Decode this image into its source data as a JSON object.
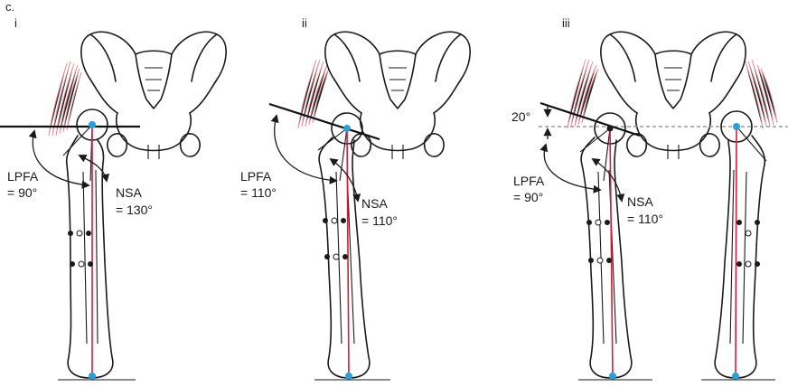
{
  "figure_label": "c.",
  "panels": [
    {
      "id": "i",
      "roman": "i",
      "lpfa_label": "LPFA",
      "lpfa_value": "= 90°",
      "nsa_label": "NSA",
      "nsa_value": "= 130°"
    },
    {
      "id": "ii",
      "roman": "ii",
      "lpfa_label": "LPFA",
      "lpfa_value": "= 110°",
      "nsa_label": "NSA",
      "nsa_value": "= 110°"
    },
    {
      "id": "iii",
      "roman": "iii",
      "tilt_value": "20°",
      "lpfa_label": "LPFA",
      "lpfa_value": "= 90°",
      "nsa_label": "NSA",
      "nsa_value": "= 110°"
    }
  ],
  "colors": {
    "mechanical_axis": "#d81b3c",
    "hip_center": "#2a9fd8",
    "muscle": "#e27a8a",
    "reference_dashed": "#9a9a9a"
  }
}
